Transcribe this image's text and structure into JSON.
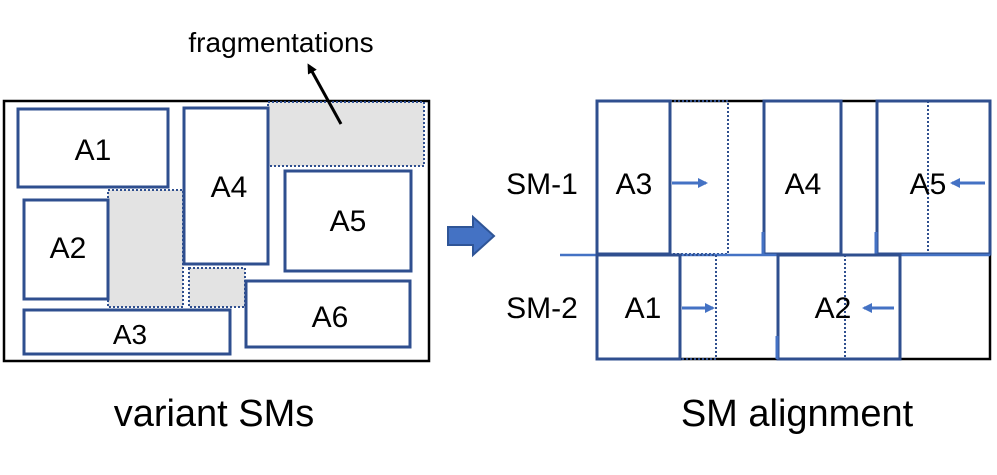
{
  "colors": {
    "block_stroke": "#2f4f8f",
    "arrow_blue": "#4472c4",
    "fragment_fill": "#e3e3e3",
    "frame": "#000000"
  },
  "left_panel": {
    "caption": "variant SMs",
    "annotation": "fragmentations",
    "blocks": [
      "A1",
      "A2",
      "A3",
      "A4",
      "A5",
      "A6"
    ]
  },
  "right_panel": {
    "caption": "SM alignment",
    "rows": [
      {
        "label": "SM-1",
        "blocks": [
          "A3",
          "A4",
          "A5"
        ]
      },
      {
        "label": "SM-2",
        "blocks": [
          "A1",
          "A2"
        ]
      }
    ]
  }
}
